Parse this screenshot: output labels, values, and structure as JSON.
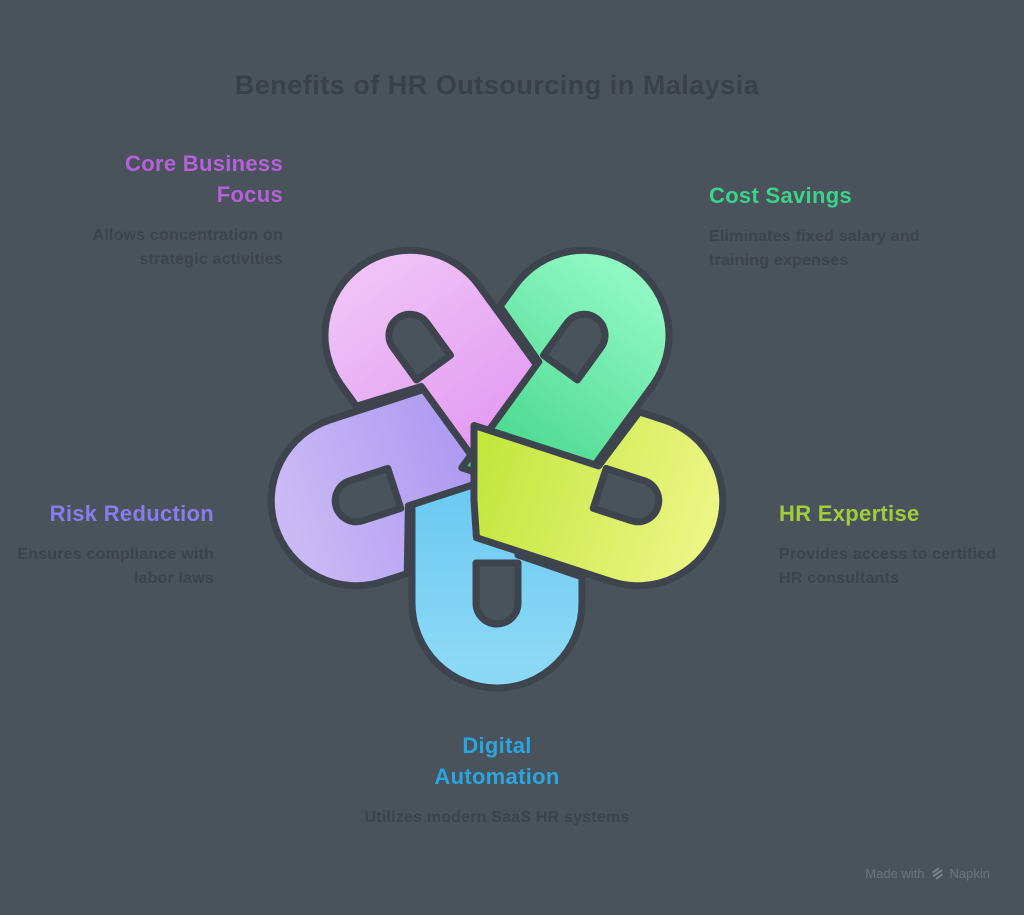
{
  "title": "Benefits of HR Outsourcing in Malaysia",
  "benefits": [
    {
      "id": "core-business-focus",
      "name": "Core Business Focus",
      "description": "Allows concentration on strategic activities",
      "color": "#b660da"
    },
    {
      "id": "cost-savings",
      "name": "Cost Savings",
      "description": "Eliminates fixed salary and training expenses",
      "color": "#3bd389"
    },
    {
      "id": "hr-expertise",
      "name": "HR Expertise",
      "description": "Provides access to certified HR consultants",
      "color": "#9fce3a"
    },
    {
      "id": "digital-automation",
      "name": "Digital Automation",
      "description": "Utilizes modern SaaS HR systems",
      "color": "#2ba6dc"
    },
    {
      "id": "risk-reduction",
      "name": "Risk Reduction",
      "description": "Ensures compliance with labor laws",
      "color": "#8a7ceb"
    }
  ],
  "knot": {
    "loops": [
      {
        "name": "blue-loop",
        "light": "#8cd9f7",
        "vivid": "#5ec2ee",
        "rotation": 0
      },
      {
        "name": "purple-loop",
        "light": "#c9b9f5",
        "vivid": "#a38df0",
        "rotation": 72
      },
      {
        "name": "pink-loop",
        "light": "#eec2f6",
        "vivid": "#e18ef2",
        "rotation": 144
      },
      {
        "name": "green-loop",
        "light": "#8ef7c2",
        "vivid": "#3bd183",
        "rotation": 216
      },
      {
        "name": "yellow-loop",
        "light": "#eaf582",
        "vivid": "#bfe435",
        "rotation": 288
      }
    ],
    "outline": "#3e444d"
  },
  "watermark": {
    "text": "Made with",
    "brand": "Napkin"
  },
  "colors": {
    "background": "#4a525c",
    "title": "#394049",
    "subtitle": "#3c434c"
  }
}
